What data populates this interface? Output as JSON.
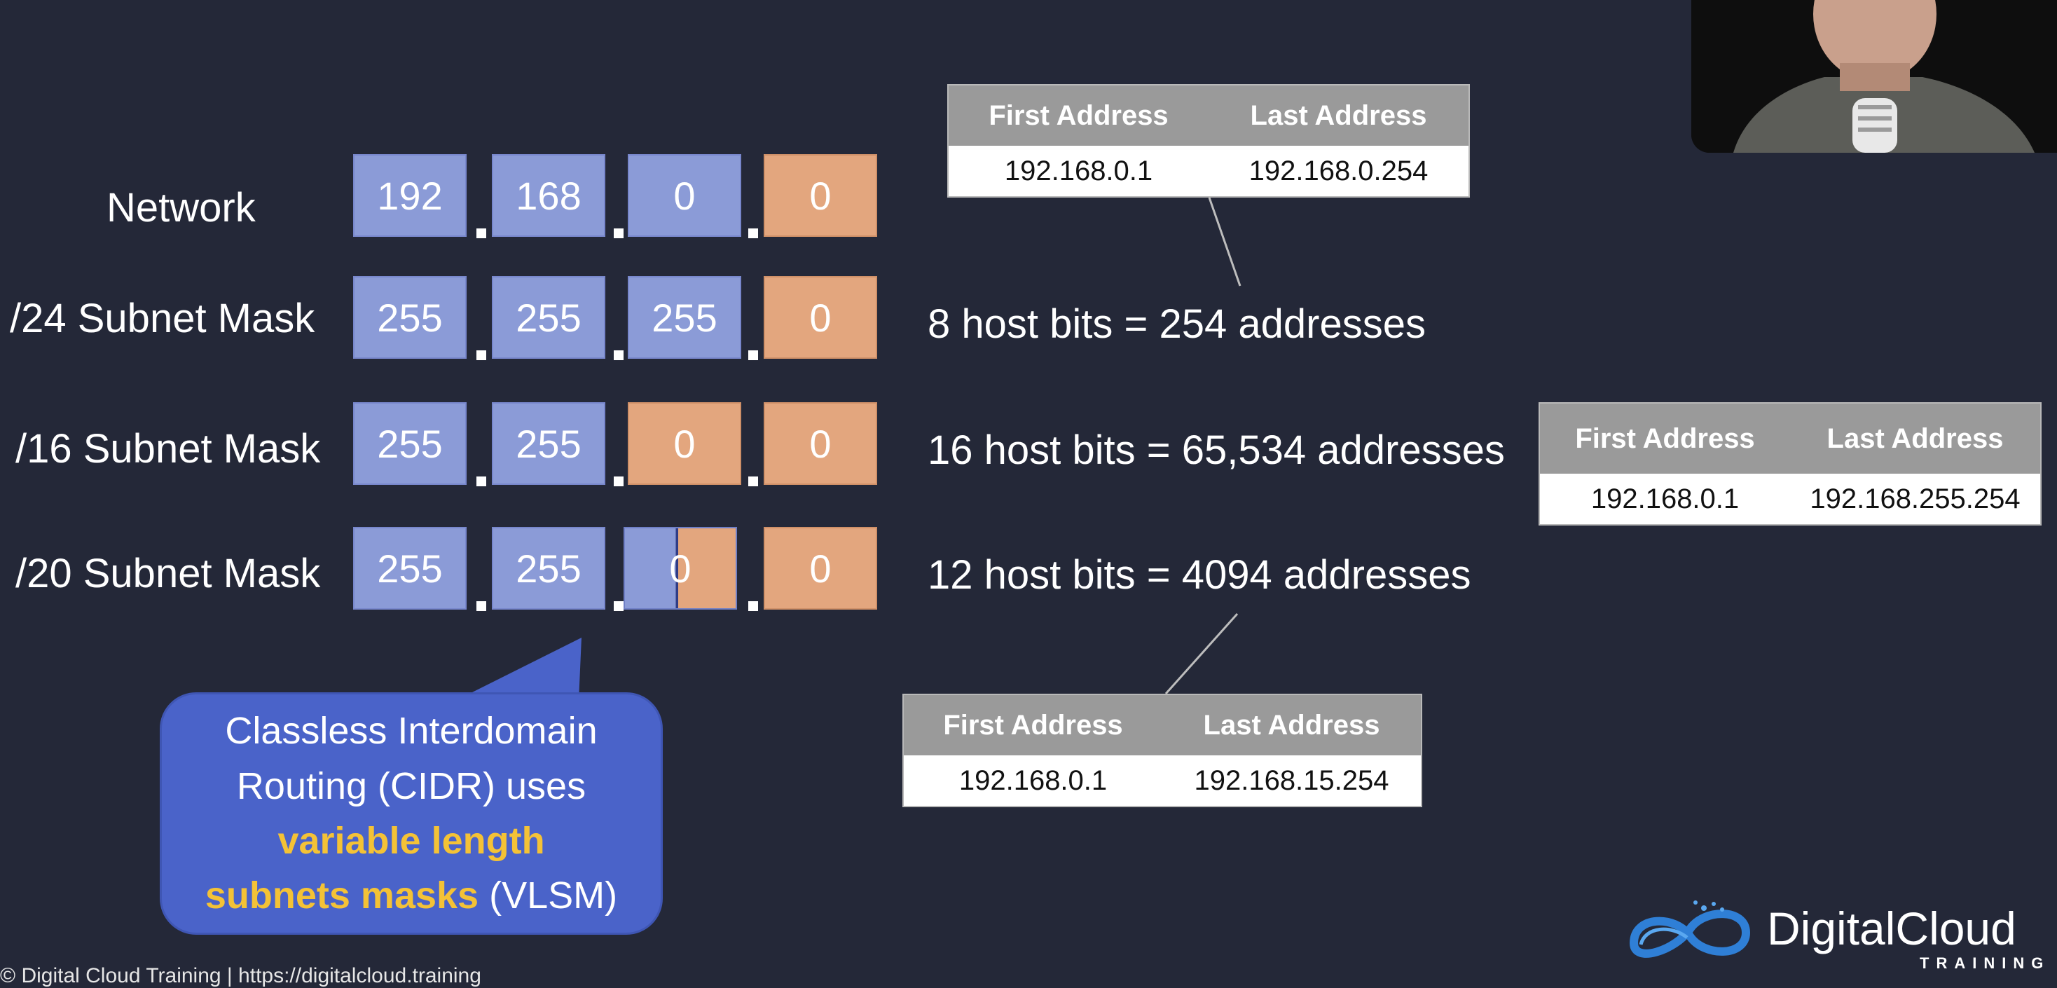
{
  "rows": [
    {
      "label": "Network",
      "octets": [
        "192",
        "168",
        "0",
        "0"
      ]
    },
    {
      "label": "/24 Subnet Mask",
      "octets": [
        "255",
        "255",
        "255",
        "0"
      ]
    },
    {
      "label": "/16 Subnet Mask",
      "octets": [
        "255",
        "255",
        "0",
        "0"
      ]
    },
    {
      "label": "/20 Subnet Mask",
      "octets": [
        "255",
        "255",
        "0",
        "0"
      ]
    }
  ],
  "host_lines": [
    "8 host bits = 254 addresses",
    "16 host bits = 65,534 addresses",
    "12 host bits = 4094 addresses"
  ],
  "tables": [
    {
      "first_header": "First Address",
      "last_header": "Last Address",
      "first": "192.168.0.1",
      "last": "192.168.0.254"
    },
    {
      "first_header": "First Address",
      "last_header": "Last Address",
      "first": "192.168.0.1",
      "last": "192.168.255.254"
    },
    {
      "first_header": "First Address",
      "last_header": "Last Address",
      "first": "192.168.0.1",
      "last": "192.168.15.254"
    }
  ],
  "callout": {
    "line1": "Classless Interdomain",
    "line2": "Routing (CIDR) uses",
    "highlight1": "variable length",
    "highlight2": "subnets masks",
    "suffix": " (VLSM)"
  },
  "footer": "© Digital Cloud Training | https://digitalcloud.training",
  "logo": {
    "name": "DigitalCloud",
    "sub": "TRAINING"
  },
  "colors": {
    "background": "#242838",
    "network_octet": "#8b9bd7",
    "host_octet": "#e3a67e",
    "callout": "#4a63c9",
    "highlight": "#f4c236",
    "table_header": "#9a9a9a"
  }
}
